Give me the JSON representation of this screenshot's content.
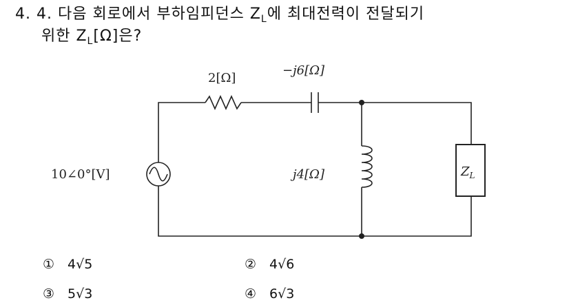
{
  "question": {
    "line1_prefix": "4. 4. 다음 회로에서 부하임피던스 Z",
    "line1_sub": "L",
    "line1_suffix": "에 최대전력이 전달되기",
    "line2_prefix": "위한 Z",
    "line2_sub": "L",
    "line2_suffix": "[Ω]은?"
  },
  "circuit": {
    "resistor_label": "2[Ω]",
    "capacitor_label": "−j6[Ω]",
    "inductor_label": "j4[Ω]",
    "source_label": "10∠0°[V]",
    "load_label": "Z",
    "load_sub": "L"
  },
  "options": [
    {
      "num": "①",
      "text": "4√5"
    },
    {
      "num": "②",
      "text": "4√6"
    },
    {
      "num": "③",
      "text": "5√3"
    },
    {
      "num": "④",
      "text": "6√3"
    }
  ]
}
